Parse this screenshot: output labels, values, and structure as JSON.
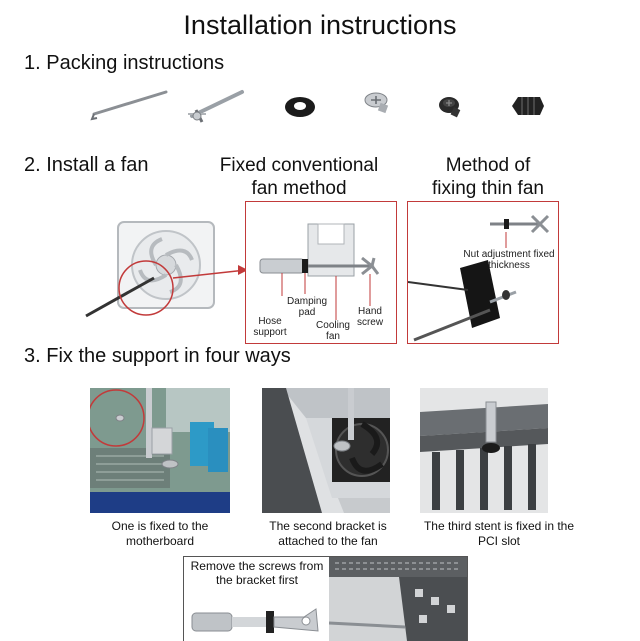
{
  "title": "Installation instructions",
  "packing": {
    "heading": "1. Packing instructions",
    "items": [
      {
        "icon": "hose-rod-icon"
      },
      {
        "icon": "long-screw-icon"
      },
      {
        "icon": "rubber-ring-icon"
      },
      {
        "icon": "pan-head-screw-icon"
      },
      {
        "icon": "washer-screw-icon"
      },
      {
        "icon": "rubber-rivet-icon"
      }
    ]
  },
  "install_fan": {
    "heading": "2. Install a fan",
    "conventional": {
      "title_line1": "Fixed conventional",
      "title_line2": "fan method",
      "labels": {
        "damping": "Damping pad",
        "hose": "Hose support",
        "cooling": "Cooling fan",
        "hand": "Hand screw"
      }
    },
    "thin": {
      "title_line1": "Method of",
      "title_line2": "fixing thin fan",
      "label": "Nut adjustment fixed thickness"
    }
  },
  "fix_support": {
    "heading": "3. Fix the support in four ways",
    "captions": [
      "One is fixed to the motherboard",
      "The second bracket is attached to the fan",
      "The third stent is fixed in the PCI slot"
    ],
    "fourth_caption": "Remove the screws from the bracket first"
  },
  "colors": {
    "accent_red": "#c23a3a",
    "metal": "#9aa0a6",
    "dark": "#1a1a1a",
    "board_green": "#5f8a5a",
    "fan_blue": "#2d9ac7"
  }
}
